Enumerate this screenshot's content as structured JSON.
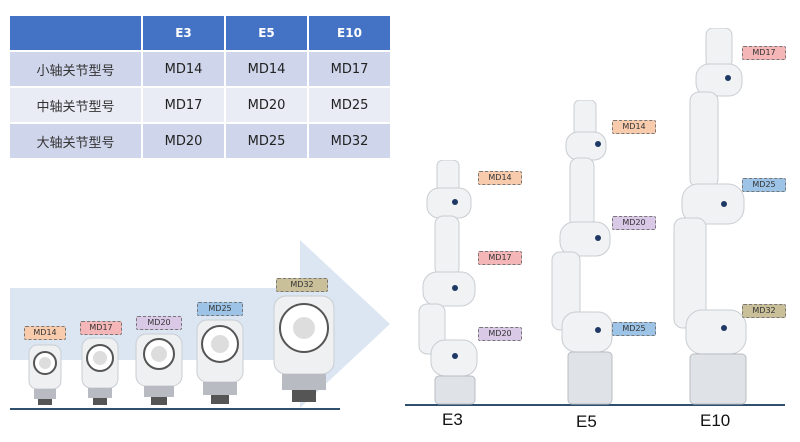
{
  "table": {
    "headers": [
      "",
      "E3",
      "E5",
      "E10"
    ],
    "rows": [
      {
        "label": "小轴关节型号",
        "values": [
          "MD14",
          "MD14",
          "MD17"
        ]
      },
      {
        "label": "中轴关节型号",
        "values": [
          "MD17",
          "MD20",
          "MD25"
        ]
      },
      {
        "label": "大轴关节型号",
        "values": [
          "MD20",
          "MD25",
          "MD32"
        ]
      }
    ]
  },
  "modules": [
    {
      "tag": "MD14",
      "color": "#f8cbad"
    },
    {
      "tag": "MD17",
      "color": "#f4b6b6"
    },
    {
      "tag": "MD20",
      "color": "#d9c8e6"
    },
    {
      "tag": "MD25",
      "color": "#9dc3e6"
    },
    {
      "tag": "MD32",
      "color": "#c9c09a"
    }
  ],
  "arms": [
    {
      "name": "E3",
      "tags": [
        "MD14",
        "MD17",
        "MD20"
      ]
    },
    {
      "name": "E5",
      "tags": [
        "MD14",
        "MD20",
        "MD25"
      ]
    },
    {
      "name": "E10",
      "tags": [
        "MD17",
        "MD25",
        "MD32"
      ]
    }
  ],
  "colors": {
    "header": "#4472c4",
    "row_odd": "#cfd5ea",
    "row_even": "#e9ebf5",
    "arrow": "#dce6f2",
    "joint_dot": "#1f3864",
    "baseline": "#2f4f6f"
  }
}
